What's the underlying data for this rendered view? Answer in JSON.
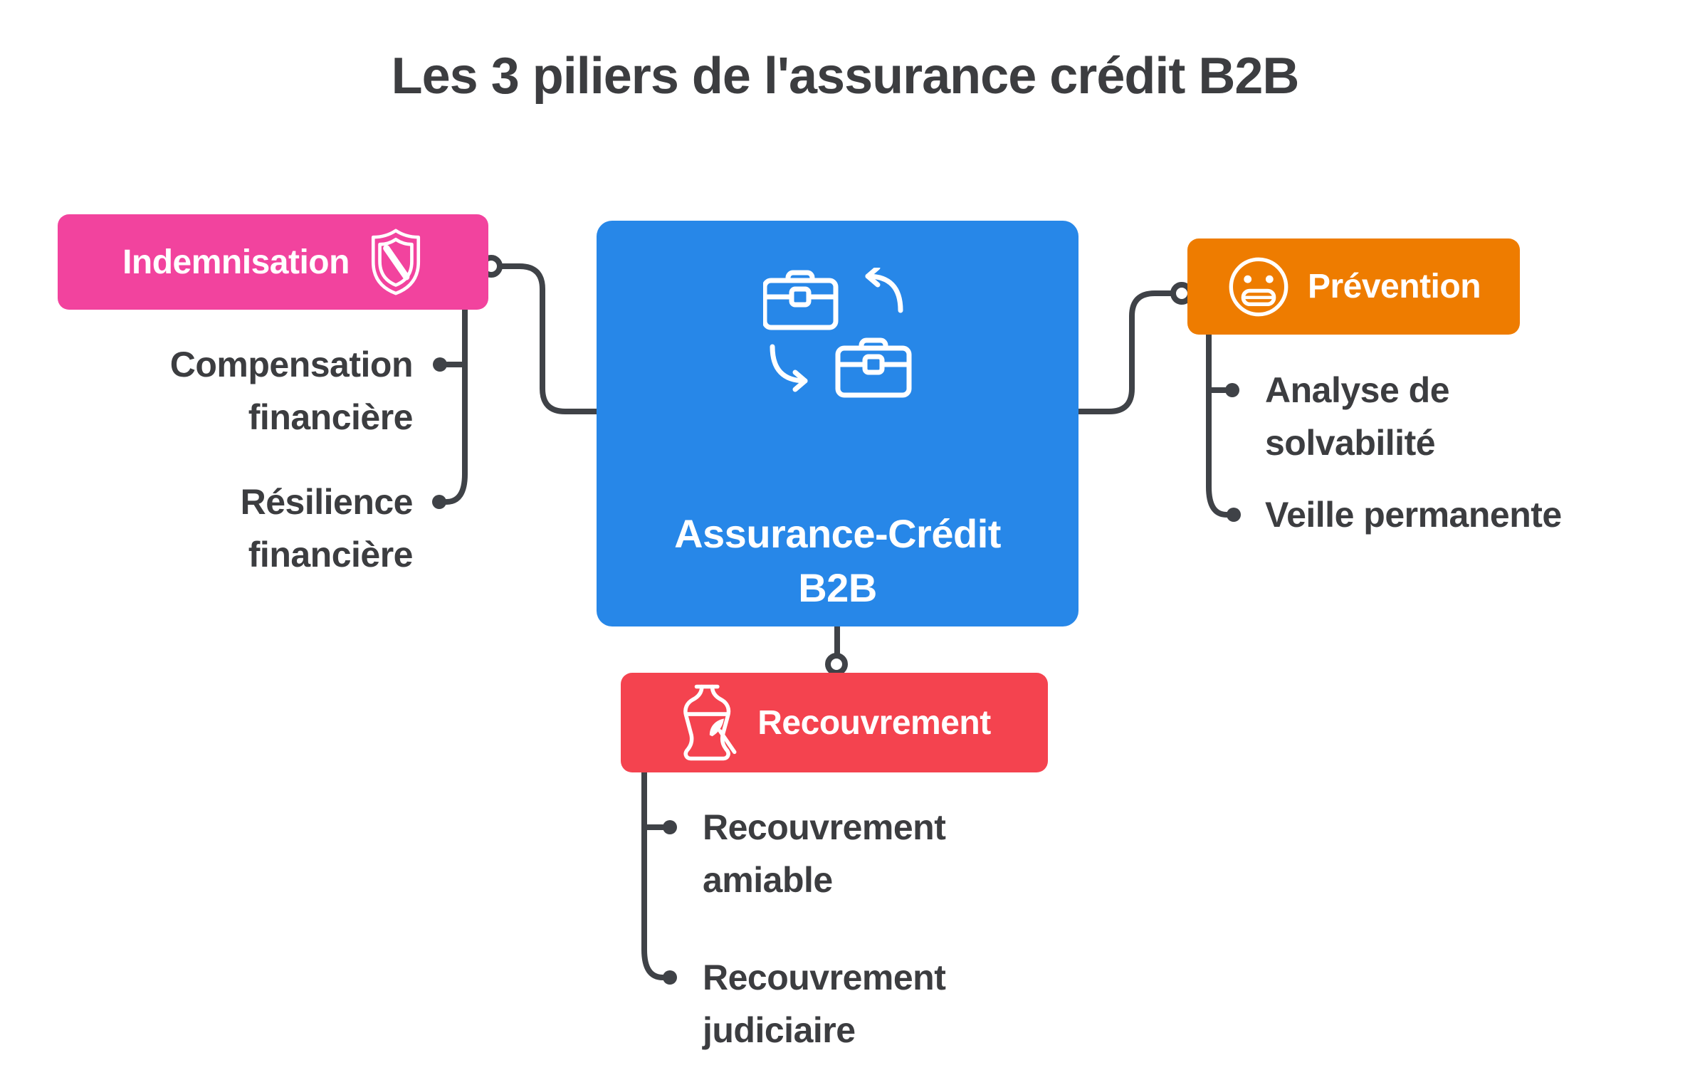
{
  "title": "Les 3 piliers de l'assurance crédit B2B",
  "colors": {
    "pink": "#F2439E",
    "blue": "#2787E8",
    "orange": "#EE7C00",
    "red": "#F4434F",
    "line": "#3F4247",
    "text": "#3C3D40",
    "white": "#FFFFFF"
  },
  "center": {
    "icon": "briefcase-exchange-icon",
    "label_line1": "Assurance-Crédit",
    "label_line2": "B2B"
  },
  "pillars": [
    {
      "id": "indemnisation",
      "label": "Indemnisation",
      "icon": "shield-icon",
      "color": "pink",
      "items": [
        {
          "lines": [
            "Compensation",
            "financière"
          ]
        },
        {
          "lines": [
            "Résilience",
            "financière"
          ]
        }
      ]
    },
    {
      "id": "prevention",
      "label": "Prévention",
      "icon": "grimace-face-icon",
      "color": "orange",
      "items": [
        {
          "lines": [
            "Analyse de",
            "solvabilité"
          ]
        },
        {
          "lines": [
            "Veille permanente"
          ]
        }
      ]
    },
    {
      "id": "recouvrement",
      "label": "Recouvrement",
      "icon": "vase-restoration-icon",
      "color": "red",
      "items": [
        {
          "lines": [
            "Recouvrement",
            "amiable"
          ]
        },
        {
          "lines": [
            "Recouvrement",
            "judiciaire"
          ]
        }
      ]
    }
  ]
}
